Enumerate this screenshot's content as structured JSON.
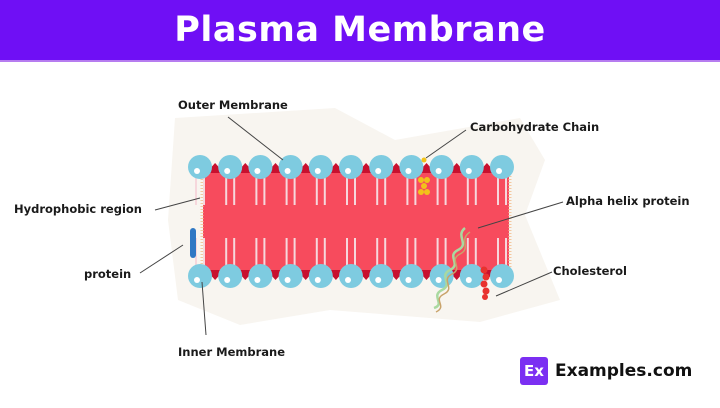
{
  "header": {
    "title": "Plasma Membrane",
    "background_color": "#6f0ff5"
  },
  "diagram": {
    "subject": "Phospholipid bilayer",
    "phospholipid_heads_per_layer": 11,
    "colors": {
      "phospholipid_head": "#7ecbe0",
      "hydrophobic_core": "#f74b5d",
      "head_base": "#c8102e",
      "tail": "#f6d7dc",
      "surface_protein": "#2f78c4",
      "carbohydrate": "#f2c21a",
      "cholesterol": "#e8322f",
      "helix": "#a9d9a0",
      "background_shape": "#f8f5f0"
    },
    "labels": {
      "outer_membrane": "Outer Membrane",
      "carbohydrate_chain": "Carbohydrate Chain",
      "hydrophobic_region": "Hydrophobic region",
      "alpha_helix_protein": "Alpha helix protein",
      "protein": "protein",
      "cholesterol": "Cholesterol",
      "inner_membrane": "Inner Membrane"
    }
  },
  "brand": {
    "badge": "Ex",
    "name": "Examples.com"
  }
}
